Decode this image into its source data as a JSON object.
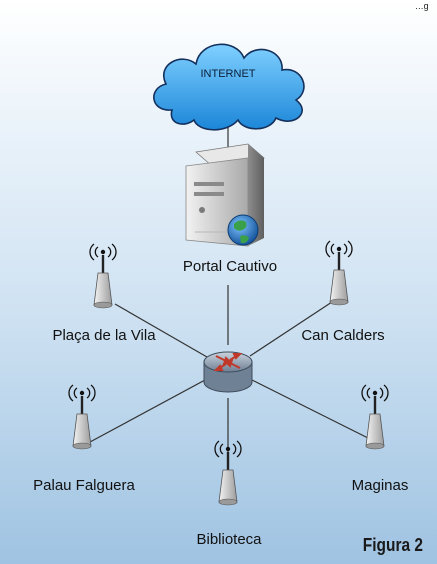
{
  "header_fragment": "...g",
  "cloud_label": "INTERNET",
  "server_label": "Portal Cautivo",
  "access_points": [
    "Plaça de la Vila",
    "Can Calders",
    "Palau Falguera",
    "Maginas",
    "Biblioteca"
  ],
  "caption": "Figura 2",
  "colors": {
    "cloud": "#2e9be6",
    "cloud_outline": "#1a3a6a",
    "router": "#9aa8b8",
    "router_arrows": "#c0392b",
    "server": "#d8d8d8",
    "globe": "#1f6fb8",
    "link": "#333333"
  }
}
